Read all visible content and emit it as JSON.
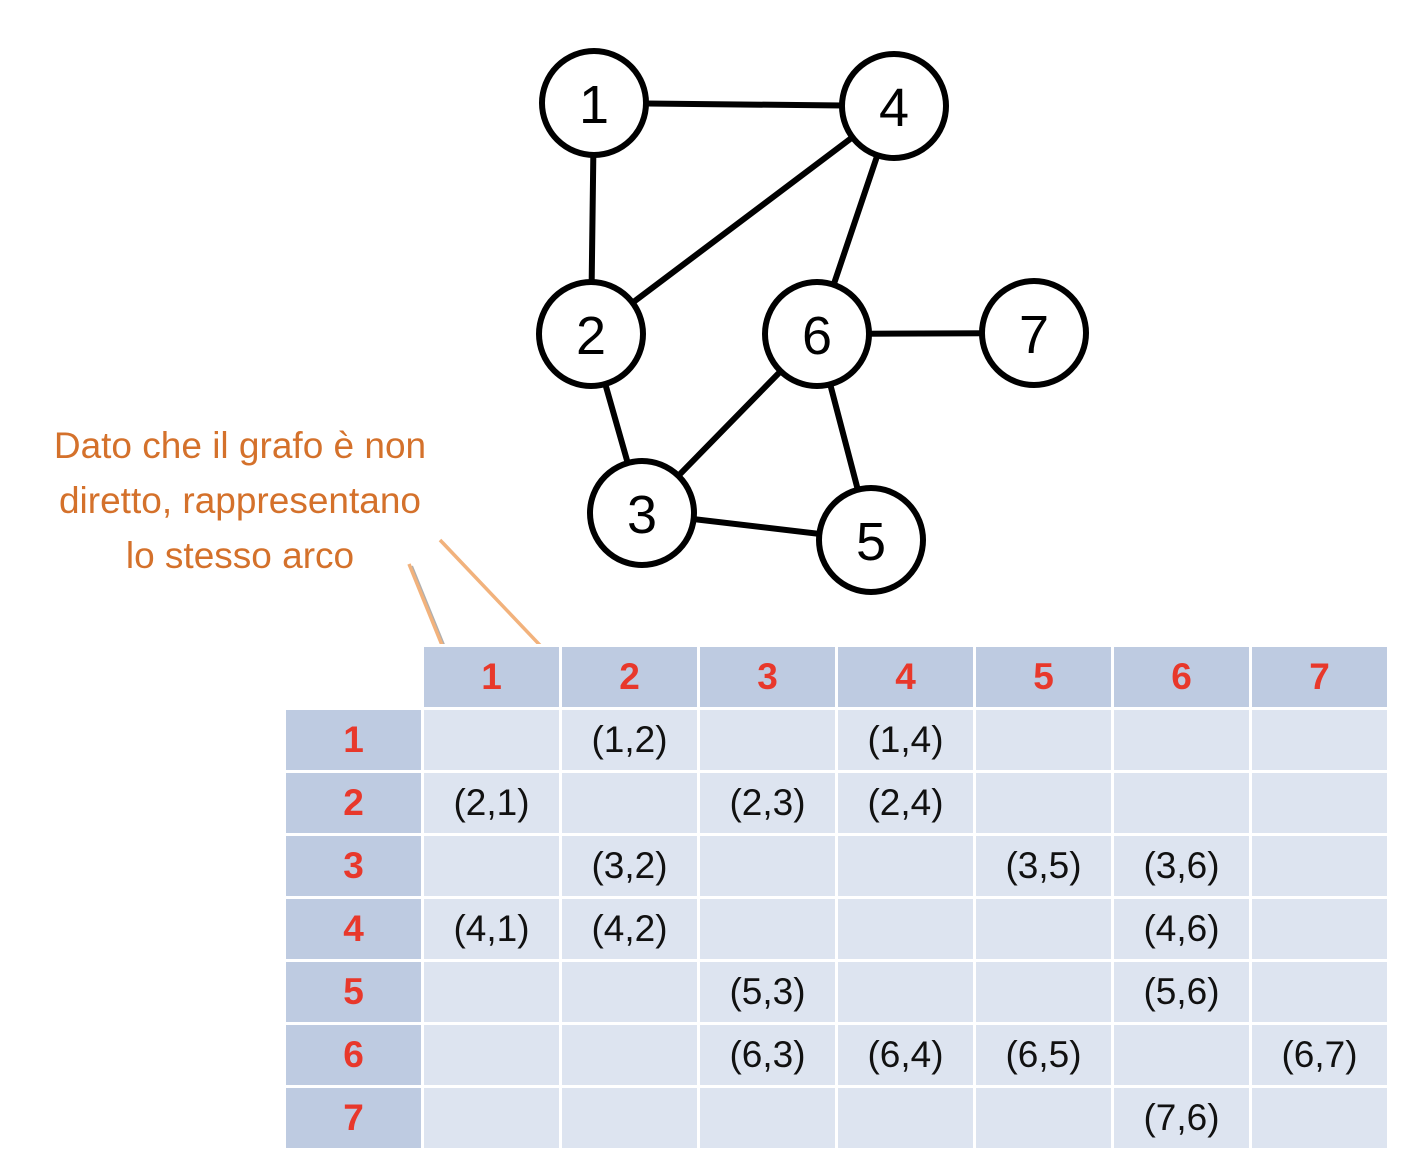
{
  "graph": {
    "nodes": [
      {
        "id": "1",
        "label": "1"
      },
      {
        "id": "4",
        "label": "4"
      },
      {
        "id": "2",
        "label": "2"
      },
      {
        "id": "6",
        "label": "6"
      },
      {
        "id": "7",
        "label": "7"
      },
      {
        "id": "3",
        "label": "3"
      },
      {
        "id": "5",
        "label": "5"
      }
    ],
    "edges": [
      [
        "1",
        "4"
      ],
      [
        "1",
        "2"
      ],
      [
        "2",
        "4"
      ],
      [
        "4",
        "6"
      ],
      [
        "6",
        "7"
      ],
      [
        "2",
        "3"
      ],
      [
        "3",
        "6"
      ],
      [
        "6",
        "5"
      ],
      [
        "3",
        "5"
      ]
    ]
  },
  "note": {
    "text": "Dato che il grafo è non\ndiretto, rappresentano\nlo stesso arco",
    "color": "#D4712B",
    "arrow_color": "#F2B27C"
  },
  "matrix": {
    "col_headers": [
      "1",
      "2",
      "3",
      "4",
      "5",
      "6",
      "7"
    ],
    "rows": [
      {
        "header": "1",
        "cells": [
          "",
          "(1,2)",
          "",
          "(1,4)",
          "",
          "",
          ""
        ]
      },
      {
        "header": "2",
        "cells": [
          "(2,1)",
          "",
          "(2,3)",
          "(2,4)",
          "",
          "",
          ""
        ]
      },
      {
        "header": "3",
        "cells": [
          "",
          "(3,2)",
          "",
          "",
          "(3,5)",
          "(3,6)",
          ""
        ]
      },
      {
        "header": "4",
        "cells": [
          "(4,1)",
          "(4,2)",
          "",
          "",
          "",
          "(4,6)",
          ""
        ]
      },
      {
        "header": "5",
        "cells": [
          "",
          "",
          "(5,3)",
          "",
          "",
          "(5,6)",
          ""
        ]
      },
      {
        "header": "6",
        "cells": [
          "",
          "",
          "(6,3)",
          "(6,4)",
          "(6,5)",
          "",
          "(6,7)"
        ]
      },
      {
        "header": "7",
        "cells": [
          "",
          "",
          "",
          "",
          "",
          "(7,6)",
          ""
        ]
      }
    ],
    "header_color": "#E8382B",
    "header_bg": "#BECBE1",
    "cell_bg": "#DDE4F0"
  }
}
